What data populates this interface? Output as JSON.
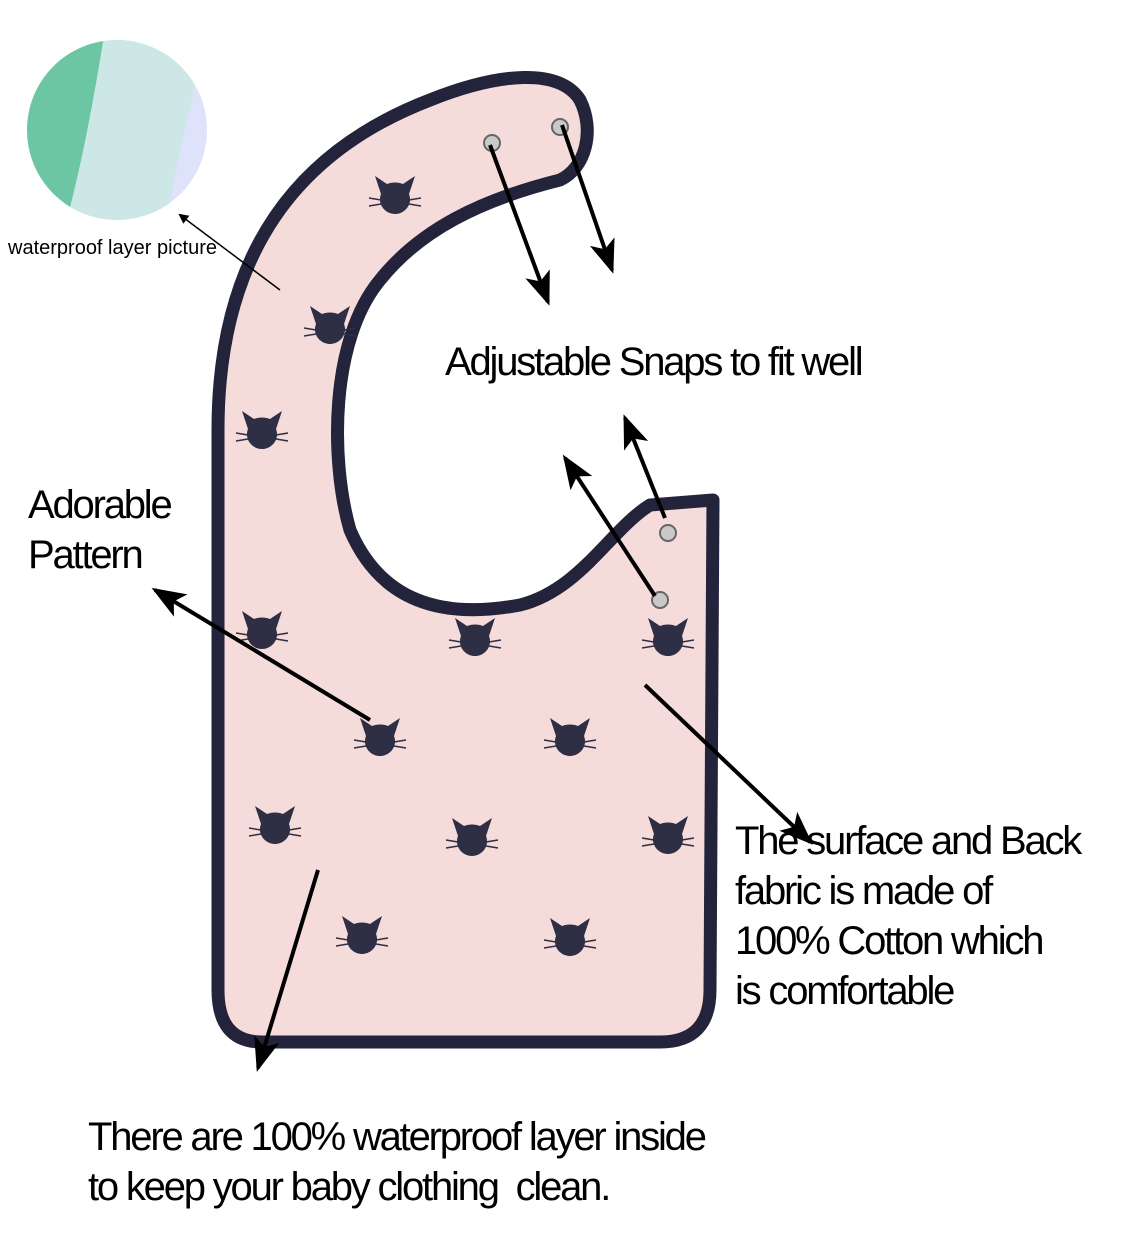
{
  "labels": {
    "waterproof_picture": "waterproof layer picture",
    "snaps": "Adjustable Snaps to fit well",
    "pattern": [
      "Adorable",
      "Pattern"
    ],
    "fabric": [
      "The surface and Back",
      "fabric is made of",
      "100% Cotton which",
      "is comfortable"
    ],
    "waterproof_inside": [
      "There are 100% waterproof layer inside",
      "to keep your baby clothing  clean."
    ]
  },
  "colors": {
    "bib_fill": "#f5dbda",
    "bib_trim": "#23233b",
    "cat": "#2e2e44",
    "waterproof_green": "#6cc6a4",
    "waterproof_blue": "#cde6e6",
    "waterproof_lavender": "#dfe2fb"
  }
}
